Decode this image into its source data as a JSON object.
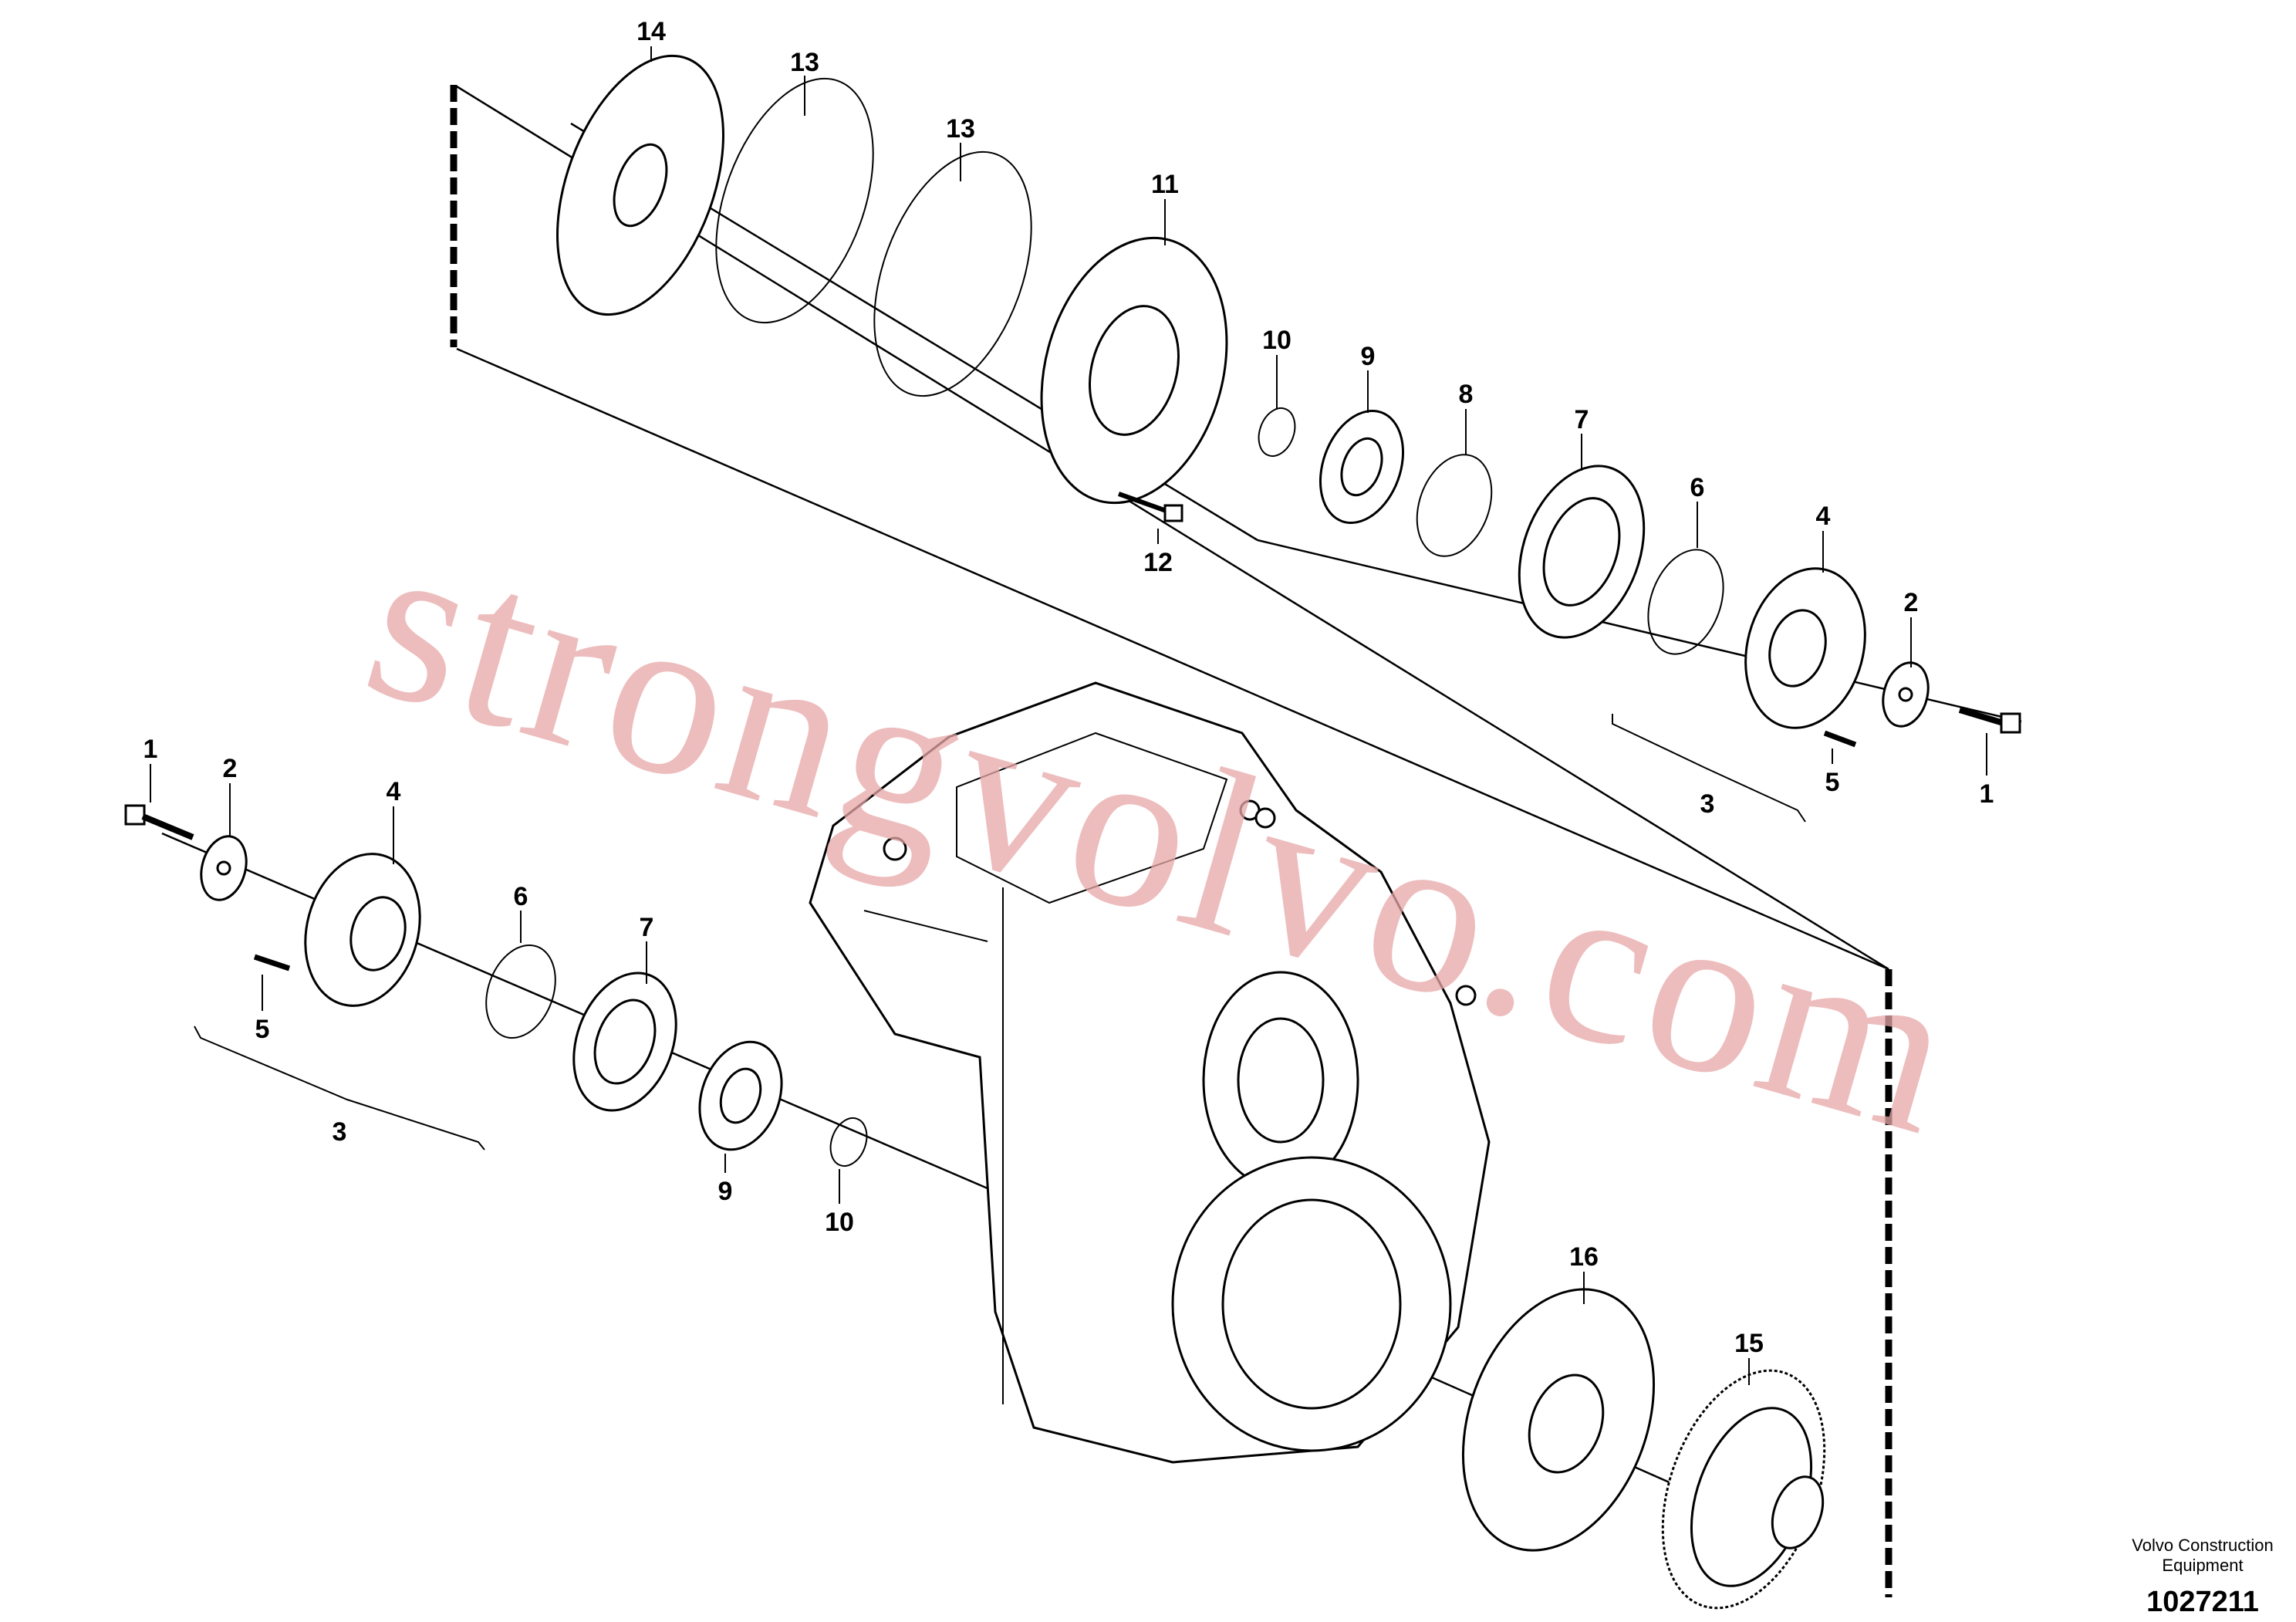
{
  "diagram": {
    "callouts": {
      "c14": "14",
      "c13a": "13",
      "c13b": "13",
      "c11": "11",
      "c10top": "10",
      "c9top": "9",
      "c8": "8",
      "c7top": "7",
      "c6top": "6",
      "c4top": "4",
      "c2top": "2",
      "c12": "12",
      "c5top": "5",
      "c1top": "1",
      "c3top": "3",
      "c1left": "1",
      "c2left": "2",
      "c4left": "4",
      "c6left": "6",
      "c7left": "7",
      "c5left": "5",
      "c3left": "3",
      "c9left": "9",
      "c10left": "10",
      "c16": "16",
      "c15": "15"
    },
    "watermark": "strongvolvo.com",
    "manufacturer_line1": "Volvo Construction",
    "manufacturer_line2": "Equipment",
    "document_number": "1027211"
  }
}
